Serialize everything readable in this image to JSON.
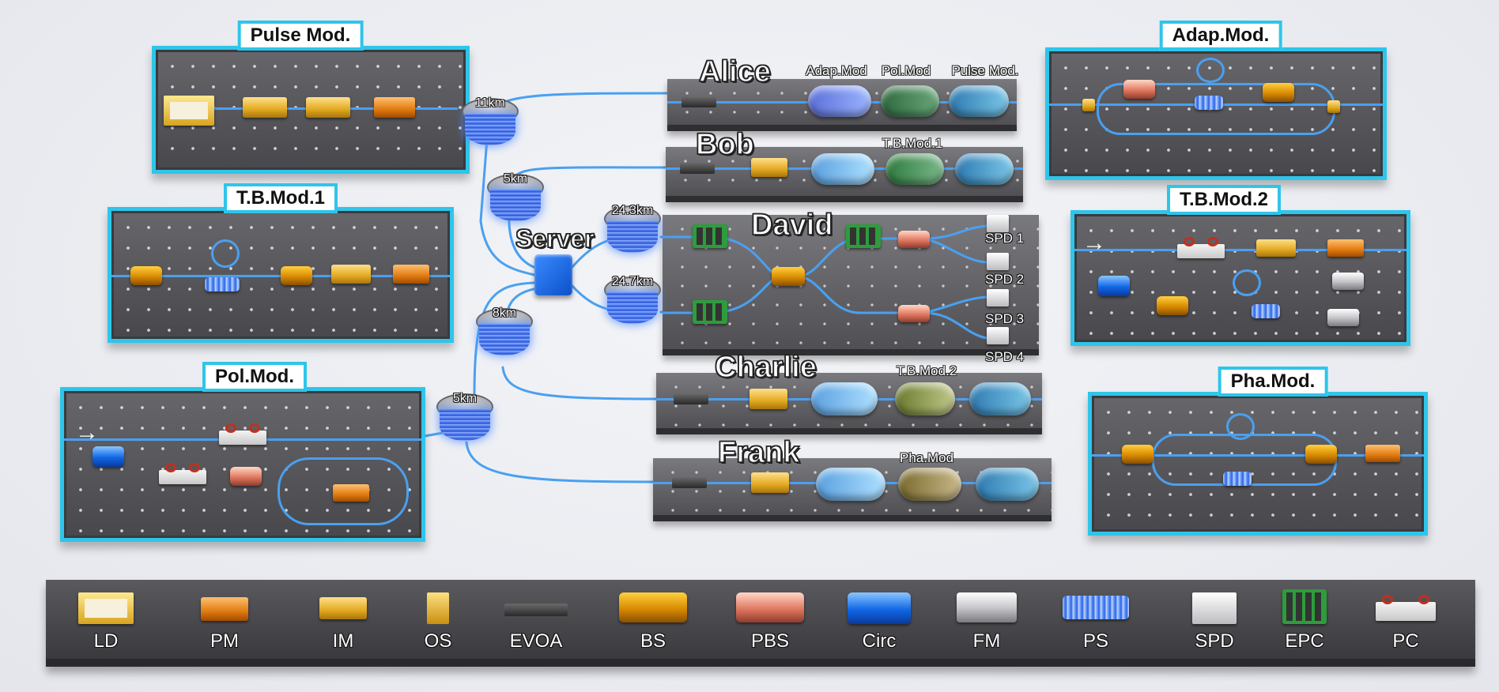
{
  "colors": {
    "panel_border": "#2ec5ea",
    "fiber": "#4aa0f0",
    "server": "#1a6ae8"
  },
  "server": {
    "label": "Server",
    "icon": "server-splitter-icon"
  },
  "fiber_spools": [
    {
      "id": "spool-11km",
      "label": "11km"
    },
    {
      "id": "spool-5km-top",
      "label": "5km"
    },
    {
      "id": "spool-24-3km",
      "label": "24.3km"
    },
    {
      "id": "spool-24-7km",
      "label": "24.7km"
    },
    {
      "id": "spool-8km",
      "label": "8km"
    },
    {
      "id": "spool-5km-bottom",
      "label": "5km"
    }
  ],
  "users": [
    {
      "name": "Alice",
      "modules": [
        "Adap.Mod",
        "Pol.Mod",
        "Pulse Mod."
      ]
    },
    {
      "name": "Bob",
      "modules": [
        "T.B.Mod.1"
      ]
    },
    {
      "name": "David",
      "detectors": [
        "SPD 1",
        "SPD 2",
        "SPD 3",
        "SPD 4"
      ]
    },
    {
      "name": "Charlie",
      "modules": [
        "T.B.Mod.2"
      ]
    },
    {
      "name": "Frank",
      "modules": [
        "Pha.Mod"
      ]
    }
  ],
  "module_panels": [
    {
      "id": "pulse-mod",
      "title": "Pulse Mod."
    },
    {
      "id": "tb-mod-1",
      "title": "T.B.Mod.1"
    },
    {
      "id": "pol-mod",
      "title": "Pol.Mod."
    },
    {
      "id": "adap-mod",
      "title": "Adap.Mod."
    },
    {
      "id": "tb-mod-2",
      "title": "T.B.Mod.2"
    },
    {
      "id": "pha-mod",
      "title": "Pha.Mod."
    }
  ],
  "legend": [
    {
      "label": "LD",
      "icon": "laser-diode-icon"
    },
    {
      "label": "PM",
      "icon": "phase-modulator-icon"
    },
    {
      "label": "IM",
      "icon": "intensity-modulator-icon"
    },
    {
      "label": "OS",
      "icon": "optical-switch-icon"
    },
    {
      "label": "EVOA",
      "icon": "evoa-icon"
    },
    {
      "label": "BS",
      "icon": "beam-splitter-icon"
    },
    {
      "label": "PBS",
      "icon": "polarization-beam-splitter-icon"
    },
    {
      "label": "Circ",
      "icon": "circulator-icon"
    },
    {
      "label": "FM",
      "icon": "faraday-mirror-icon"
    },
    {
      "label": "PS",
      "icon": "phase-shifter-icon"
    },
    {
      "label": "SPD",
      "icon": "single-photon-detector-icon"
    },
    {
      "label": "EPC",
      "icon": "electronic-polarization-controller-icon"
    },
    {
      "label": "PC",
      "icon": "polarization-controller-icon"
    }
  ]
}
